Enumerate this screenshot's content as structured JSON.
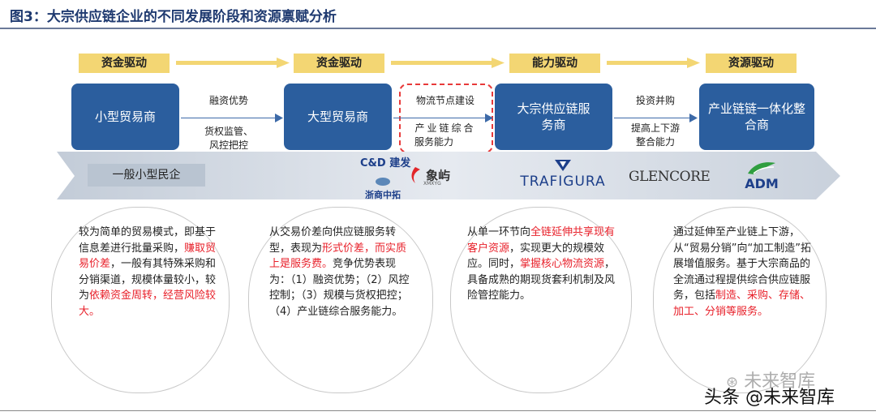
{
  "figure": {
    "title": "图3：大宗供应链企业的不同发展阶段和资源禀赋分析"
  },
  "stages": [
    {
      "label": "资金驱动"
    },
    {
      "label": "资金驱动"
    },
    {
      "label": "能力驱动"
    },
    {
      "label": "资源驱动"
    }
  ],
  "boxes": [
    {
      "label": "小型贸易商"
    },
    {
      "label": "大型贸易商"
    },
    {
      "label": "大宗供应链服务商"
    },
    {
      "label": "产业链链一体化整合商"
    }
  ],
  "connectors": [
    {
      "top": "融资优势",
      "bottom_line1": "货权监管、",
      "bottom_line2": "风控把控"
    },
    {
      "top": "物流节点建设",
      "bottom_line1": "产业链综合",
      "bottom_line2": "服务能力"
    },
    {
      "top": "投资并购",
      "bottom_line1": "提高上下游",
      "bottom_line2": "整合能力"
    }
  ],
  "band": {
    "label": "一般小型民企",
    "logos": {
      "cnd": "C&D 建发",
      "zheshang": "浙商中拓",
      "xiamen": "象屿",
      "xiamen_sub": "XMXYG",
      "trafigura": "TRAFIGURA",
      "glencore": "GLENCORE",
      "adm": "ADM"
    }
  },
  "descriptions": [
    {
      "segments": [
        {
          "text": "较为简单的贸易模式，即基于信息差进行批量采购，",
          "hl": false
        },
        {
          "text": "赚取贸易价差",
          "hl": true
        },
        {
          "text": "，一般有其特殊采购和分销渠道，规模体量较小，较为",
          "hl": false
        },
        {
          "text": "依赖资金周转，经营风险较大。",
          "hl": true
        }
      ]
    },
    {
      "segments": [
        {
          "text": "从交易价差向供应链服务转型，表现为",
          "hl": false
        },
        {
          "text": "形式价差，而实质上是服务费。",
          "hl": true
        },
        {
          "text": "竞争优势表现为：（1）融资优势；（2）风控控制；（3）规模与货权把控；（4）产业链综合服务能力。",
          "hl": false
        }
      ]
    },
    {
      "segments": [
        {
          "text": "从单一环节向",
          "hl": false
        },
        {
          "text": "全链延伸共享现有客户资源",
          "hl": true
        },
        {
          "text": "，实现更大的规模效应。同时，",
          "hl": false
        },
        {
          "text": "掌握核心物流资源",
          "hl": true
        },
        {
          "text": "，具备成熟的期现货套利机制及风险管控能力。",
          "hl": false
        }
      ]
    },
    {
      "segments": [
        {
          "text": "通过延伸至产业链上下游，从“贸易分销”向“加工制造”拓展增值服务。基于大宗商品的全流通过程提供综合供应链服务，包括",
          "hl": false
        },
        {
          "text": "制造、采购、存储、加工、分销等服务。",
          "hl": true
        }
      ]
    }
  ],
  "watermarks": {
    "top": "未来智库",
    "bottom": "头条 @未来智库"
  },
  "colors": {
    "stage_fill": "#f3d673",
    "box_fill": "#2b5e9e",
    "highlight": "#e8202a",
    "band_fill": "#d3dae3"
  }
}
